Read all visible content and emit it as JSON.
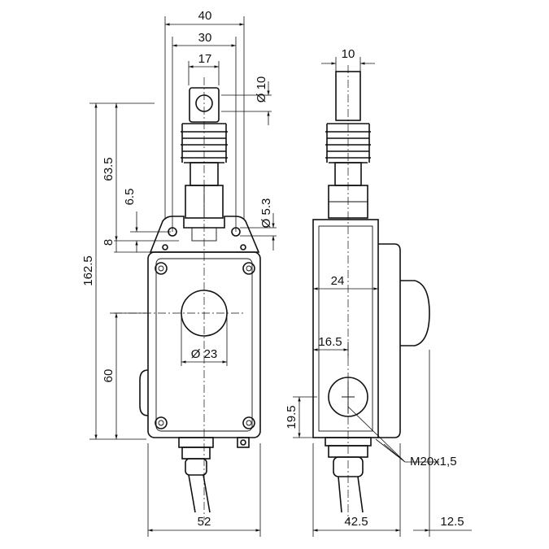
{
  "dimensions": {
    "width_40": "40",
    "width_30": "30",
    "width_17": "17",
    "dia_10": "Ø 10",
    "height_63_5": "63.5",
    "height_6_5": "6.5",
    "dia_5_3": "Ø 5.3",
    "height_8": "8",
    "height_162_5": "162.5",
    "dia_23": "Ø 23",
    "height_60": "60",
    "width_52": "52",
    "side_10": "10",
    "side_24": "24",
    "side_16_5": "16.5",
    "side_19_5": "19.5",
    "thread_label": "M20x1,5",
    "side_42_5": "42.5",
    "side_12_5": "12.5"
  }
}
